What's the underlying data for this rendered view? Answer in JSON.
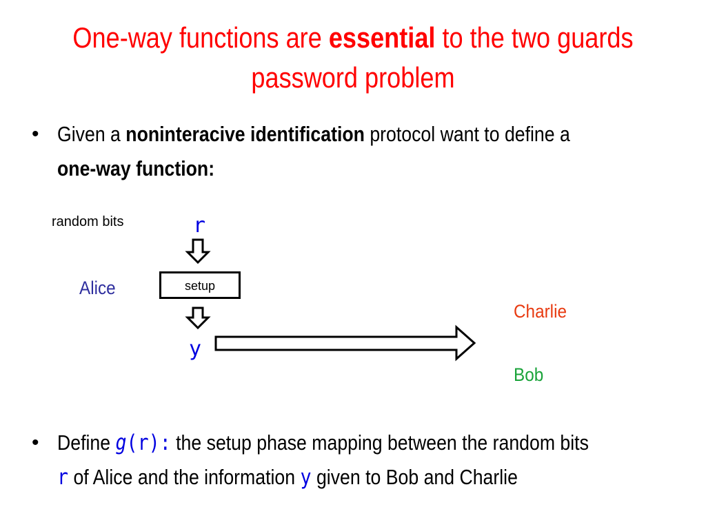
{
  "title": {
    "part1": "One-way functions are ",
    "bold": "essential",
    "part2": " to the two guards password problem"
  },
  "bullet1": {
    "marker": "•",
    "t1": "Given a ",
    "b1": "noninteracive identification",
    "t2": " protocol want to define a ",
    "b2": "one-way function:"
  },
  "diagram": {
    "random_bits": "random bits",
    "r": "r",
    "alice": "Alice",
    "setup": "setup",
    "y": "y",
    "charlie": "Charlie",
    "bob": "Bob",
    "colors": {
      "alice": "#2e2e9e",
      "charlie": "#e83a10",
      "bob": "#1aa33a",
      "var": "#0000e0"
    }
  },
  "bullet2": {
    "marker": "•",
    "t1": "Define ",
    "g": "g",
    "gr": "(r):",
    "t2": "  the setup phase mapping between the random bits ",
    "r": "r",
    "t3": " of Alice and the information ",
    "y": "y",
    "t4": " given to Bob and Charlie"
  }
}
